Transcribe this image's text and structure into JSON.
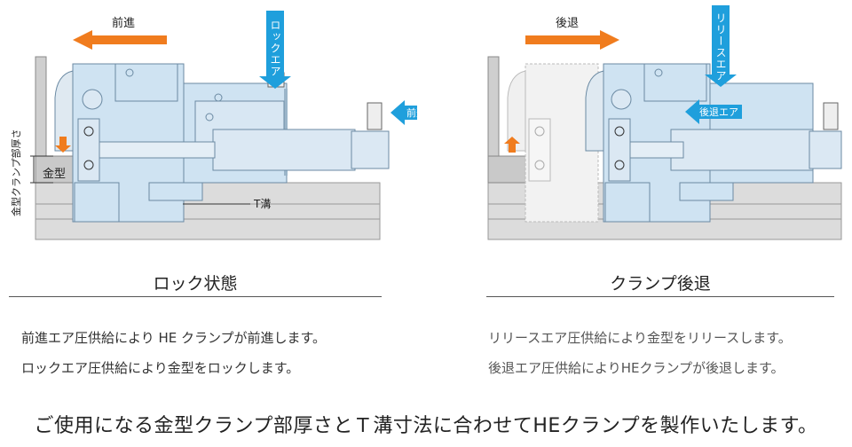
{
  "left": {
    "advance_label": "前進",
    "lock_air_label": "ロックエア",
    "advance_air_label": "前進エア",
    "mold_label": "金型",
    "thickness_label": "金型クランプ部厚さ",
    "tslot_label": "T溝",
    "heading": "ロック状態",
    "desc_1": "前進エア圧供給により HE クランプが前進します。",
    "desc_2": "ロックエア圧供給により金型をロックします。"
  },
  "right": {
    "retract_label": "後退",
    "release_air_label": "リリースエア",
    "retract_air_label": "後退エア",
    "heading": "クランプ後退",
    "desc_1": "リリースエア圧供給により金型をリリースします。",
    "desc_2": "後退エア圧供給によりHEクランプが後退します。"
  },
  "footer": "ご使用になる金型クランプ部厚さとＴ溝寸法に合わせてHEクランプを製作いたします。",
  "colors": {
    "orange_arrow": "#f07c1e",
    "blue_arrow": "#1f9fdc",
    "clamp_fill": "#cfe3f2",
    "clamp_stroke": "#6b8aa3",
    "base_fill": "#d9d9d9",
    "mold_fill": "#c8c8c8"
  }
}
